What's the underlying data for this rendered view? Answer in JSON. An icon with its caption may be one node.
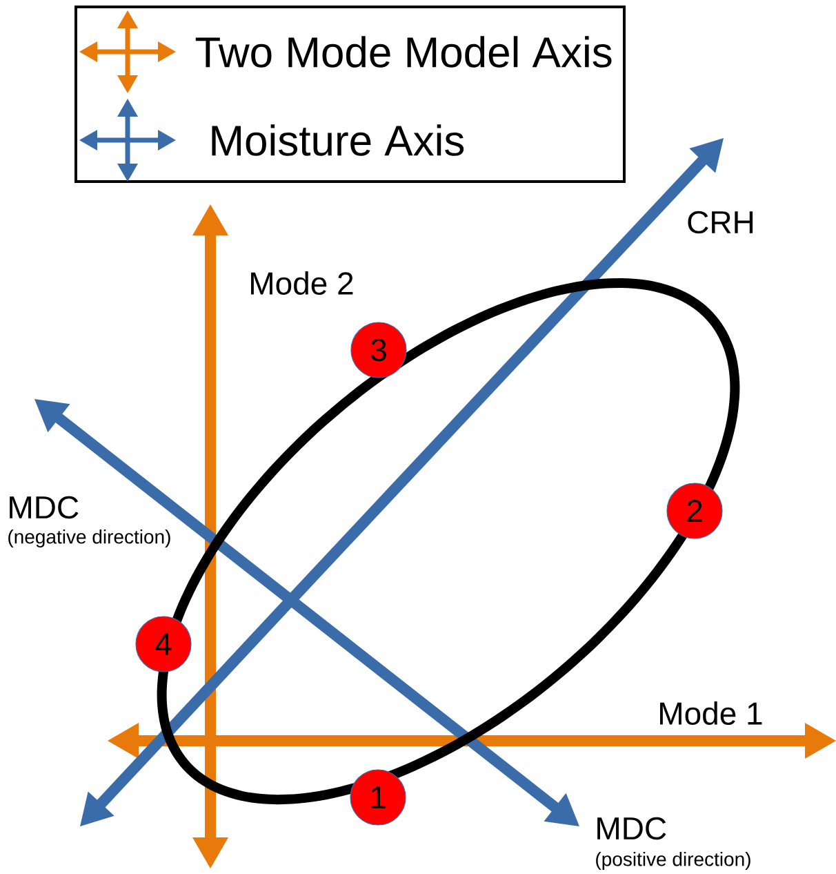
{
  "diagram": {
    "nodes": [
      {
        "text": [
          "3"
        ]
      },
      {
        "text": [
          "2"
        ]
      },
      {
        "text": [
          "4"
        ]
      },
      {
        "text": [
          "1"
        ]
      }
    ],
    "labels": [
      "CRH",
      "Mode 2",
      "MDC",
      "(negative direction)",
      "Mode 1",
      "MDC",
      "(positive direction)"
    ],
    "legend": [
      {
        "text": "Two Mode Model Axis"
      },
      {
        "text": "Moisture Axis"
      }
    ]
  }
}
